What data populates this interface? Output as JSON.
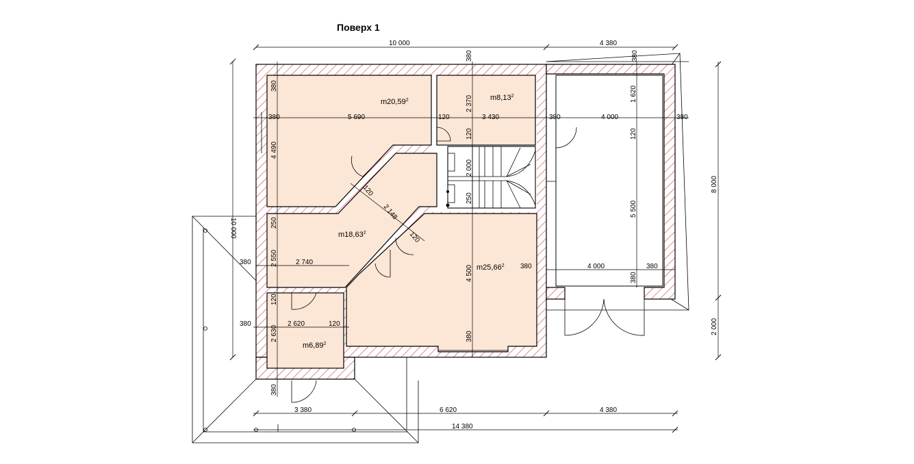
{
  "title": "Поверх 1",
  "rooms": {
    "r1": {
      "prefix": "m",
      "area": "20,59",
      "unit": "2"
    },
    "r2": {
      "prefix": "m",
      "area": "8,13",
      "unit": "2"
    },
    "r3": {
      "prefix": "m",
      "area": "18,63",
      "unit": "2"
    },
    "r4": {
      "prefix": "m",
      "area": "25,66",
      "unit": "2"
    },
    "r5": {
      "prefix": "m",
      "area": "6,89",
      "unit": "2"
    }
  },
  "dimensions": {
    "top_main": "10 000",
    "top_garage": "4 380",
    "d380_top": "380",
    "d380_top_garage": "380",
    "d380_left_a": "380",
    "d5690": "5 690",
    "d120_a": "120",
    "d3430": "3 430",
    "d380_mid": "380",
    "d4000_top": "4 000",
    "d380_right": "380",
    "d380_v1": "380",
    "d4490": "4 490",
    "d2370": "2 370",
    "d120_v1": "120",
    "d1620": "1 620",
    "d120_v2": "120",
    "d2000_v": "2 000",
    "d250_a": "250",
    "d250_b": "250",
    "d2148": "2 148",
    "d120_diag1": "120",
    "d120_diag2": "120",
    "d10000_v": "10 000",
    "d8000_v": "8 000",
    "d5500": "5 500",
    "d2550": "2 550",
    "d380_left_b": "380",
    "d2740": "2 740",
    "d4500": "4 500",
    "d380_c": "380",
    "d4000_b": "4 000",
    "d380_d": "380",
    "d380_v2": "380",
    "d120_v3": "120",
    "d380_left_c": "380",
    "d2620": "2 620",
    "d120_b": "120",
    "d2630": "2 630",
    "d380_v3": "380",
    "d380_v4": "380",
    "d2000_r": "2 000",
    "b3380": "3 380",
    "b6620": "6 620",
    "b4380": "4 380",
    "b14380": "14 380"
  }
}
